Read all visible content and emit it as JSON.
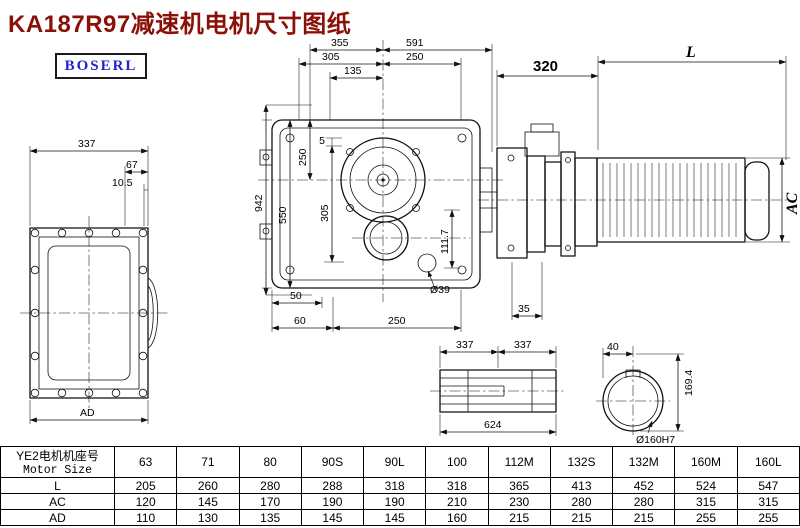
{
  "header": {
    "title": "KA187R97减速机电机尺寸图纸",
    "logo": "BOSERL"
  },
  "colors": {
    "title_color": "#8a1008",
    "logo_color": "#2222cc"
  },
  "drawing": {
    "left_view": {
      "width": "337",
      "hub_offset": "67",
      "lip": "10.5",
      "depth": "AD"
    },
    "main_view": {
      "top_355": "355",
      "top_591": "591",
      "top_305": "305",
      "top_250": "250",
      "top_135": "135",
      "left_942": "942",
      "left_550": "550",
      "left_250": "250",
      "left_5": "5",
      "left_305": "305",
      "right_111_7": "111.7",
      "bottom_50": "50",
      "bottom_60": "60",
      "bottom_250": "250",
      "bore_39": "Ø39",
      "gap_35": "35"
    },
    "motor_view": {
      "flange_length": "320",
      "length_label": "L",
      "diameter_label": "AC"
    },
    "shaft_view": {
      "seg_a": "337",
      "seg_b": "337",
      "total": "624"
    },
    "bore_view": {
      "key_width": "40",
      "height": "169.4",
      "bore_label": "Ø160H7"
    }
  },
  "table": {
    "header": {
      "label_cn": "YE2电机机座号",
      "label_en": "Motor Size"
    },
    "sizes": [
      "63",
      "71",
      "80",
      "90S",
      "90L",
      "100",
      "112M",
      "132S",
      "132M",
      "160M",
      "160L"
    ],
    "rows": [
      {
        "label": "L",
        "values": [
          "205",
          "260",
          "280",
          "288",
          "318",
          "318",
          "365",
          "413",
          "452",
          "524",
          "547"
        ]
      },
      {
        "label": "AC",
        "values": [
          "120",
          "145",
          "170",
          "190",
          "190",
          "210",
          "230",
          "280",
          "280",
          "315",
          "315"
        ]
      },
      {
        "label": "AD",
        "values": [
          "110",
          "130",
          "135",
          "145",
          "145",
          "160",
          "215",
          "215",
          "215",
          "255",
          "255"
        ]
      }
    ]
  }
}
